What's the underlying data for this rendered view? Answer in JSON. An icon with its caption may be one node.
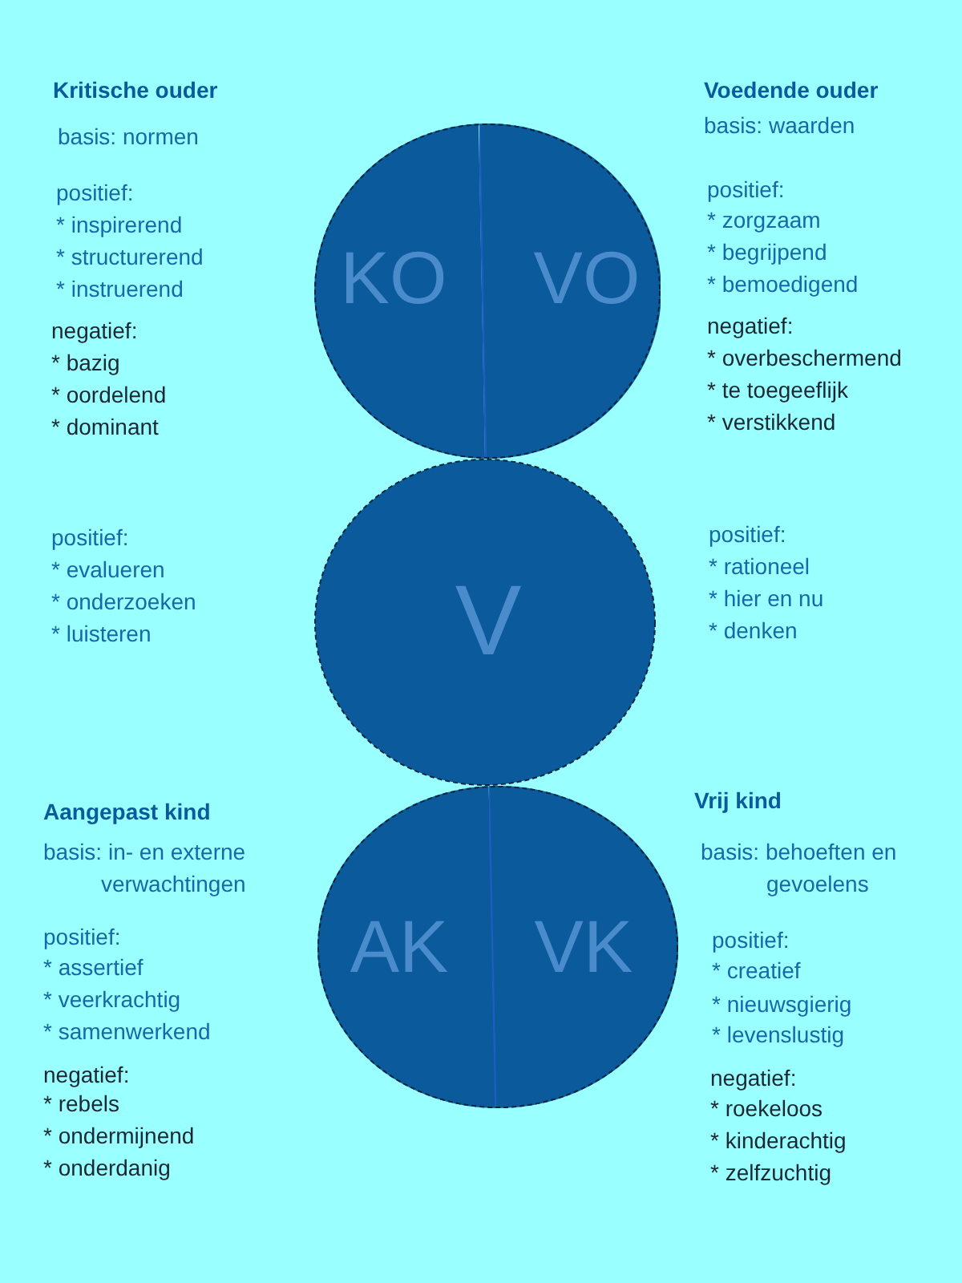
{
  "diagram": {
    "nodes": [
      {
        "text": [],
        "shape": "circle"
      },
      {
        "text": [
          "KO"
        ],
        "in": 0,
        "beside": [
          "Kritische ouder",
          "basis: normen",
          "positief:",
          "* inspirerend",
          "* structurerend",
          "* instruerend",
          "negatief:",
          "* bazig",
          "* oordelend",
          "* dominant"
        ]
      },
      {
        "text": [
          "VO"
        ],
        "in": 0,
        "beside": [
          "Voedende ouder",
          "basis: waarden",
          "positief:",
          "* zorgzaam",
          "* begrijpend",
          "* bemoedigend",
          "negatief:",
          "* overbeschermend",
          "* te toegeeflijk",
          "* verstikkend"
        ]
      },
      {
        "text": [
          "V"
        ],
        "beside": [
          "positief:",
          "* evalueren",
          "* onderzoeken",
          "* luisteren",
          "positief:",
          "* rationeel",
          "* hier en nu",
          "* denken"
        ]
      },
      {
        "text": [],
        "shape": "circle"
      },
      {
        "text": [
          "AK"
        ],
        "in": 4,
        "beside": [
          "Aangepast kind",
          "basis: in- en externe verwachtingen",
          "positief:",
          "* assertief",
          "* veerkrachtig",
          "* samenwerkend",
          "negatief:",
          "* rebels",
          "* ondermijnend",
          "* onderdanig"
        ]
      },
      {
        "text": [
          "VK"
        ],
        "in": 4,
        "beside": [
          "Vrij kind",
          "basis: behoeften en gevoelens",
          "positief:",
          "* creatief",
          "* nieuwsgierig",
          "* levenslustig",
          "negatief:",
          "* roekeloos",
          "* kinderachtig",
          "* zelfzuchtig"
        ]
      }
    ]
  }
}
